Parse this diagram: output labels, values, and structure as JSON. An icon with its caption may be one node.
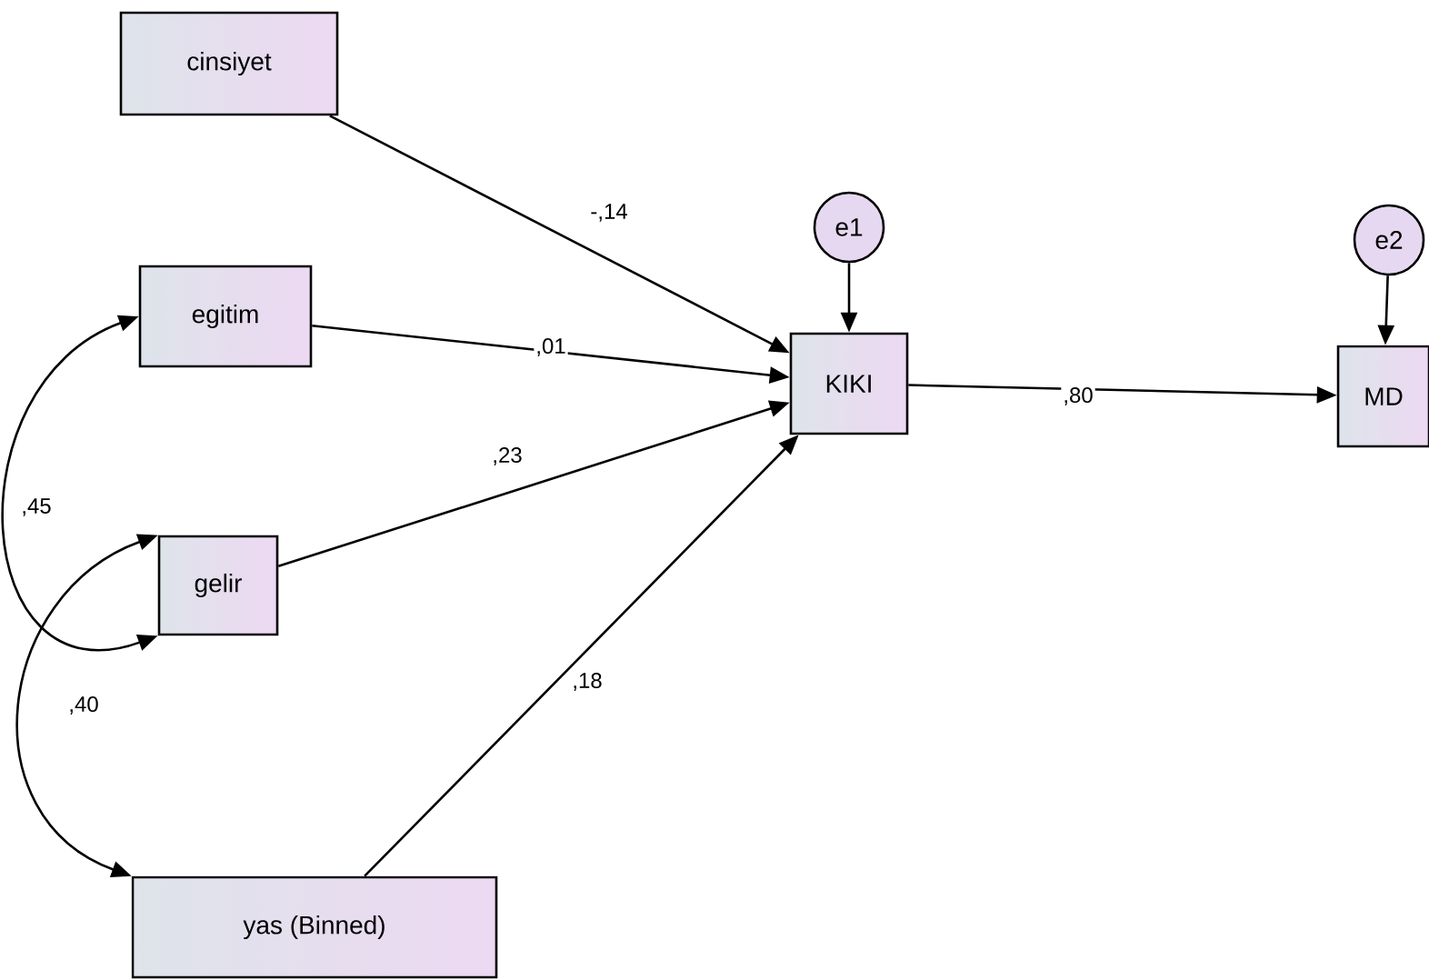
{
  "diagram": {
    "nodes": [
      {
        "text": [
          "cinsiyet"
        ]
      },
      {
        "text": [
          "egitim"
        ]
      },
      {
        "text": [
          "gelir"
        ]
      },
      {
        "text": [
          "yas (Binned)"
        ]
      },
      {
        "text": [
          "KIKI"
        ]
      },
      {
        "text": [
          "e1"
        ]
      },
      {
        "text": [
          "MD"
        ]
      },
      {
        "text": [
          "e2"
        ]
      }
    ],
    "edges": [
      {
        "from": 0,
        "to": 4,
        "arrow": "to",
        "label": "-,14"
      },
      {
        "from": 1,
        "to": 4,
        "arrow": "to",
        "label": ",01"
      },
      {
        "from": 2,
        "to": 4,
        "arrow": "to",
        "label": ",23"
      },
      {
        "from": 3,
        "to": 4,
        "arrow": "to",
        "label": ",18"
      },
      {
        "from": 4,
        "to": 6,
        "arrow": "to",
        "label": ",80"
      },
      {
        "from": 5,
        "to": 4,
        "arrow": "to"
      },
      {
        "from": 7,
        "to": 6,
        "arrow": "to"
      },
      {
        "from": 1,
        "to": 2,
        "arrow": "both",
        "label": ",45"
      },
      {
        "from": 2,
        "to": 3,
        "arrow": "both",
        "label": ",40"
      }
    ]
  }
}
